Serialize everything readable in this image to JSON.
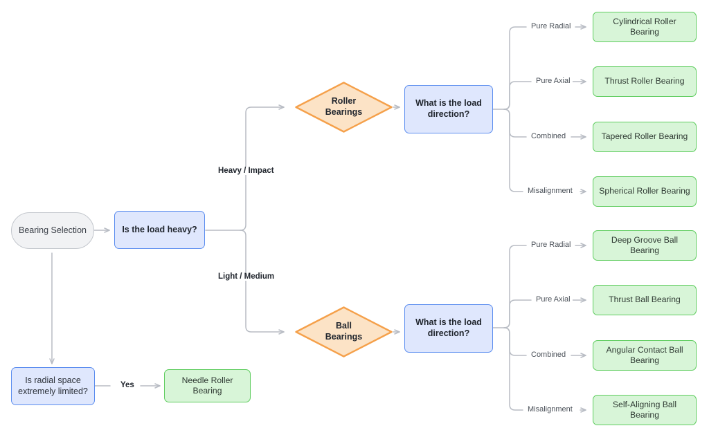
{
  "diagram": {
    "title": "Bearing Selection",
    "type": "flowchart",
    "background": "#ffffff",
    "colors": {
      "start_fill": "#f1f2f4",
      "start_stroke": "#c3c7cd",
      "question_fill": "#dfe7fd",
      "question_stroke": "#5b8def",
      "diamond_fill": "#fce3c6",
      "diamond_stroke": "#f5a04a",
      "result_fill": "#d8f5d8",
      "result_stroke": "#5ccc5c",
      "edge_stroke": "#b8bcc4",
      "text": "#2b3038"
    }
  },
  "nodes": {
    "start": {
      "label": "Bearing Selection"
    },
    "q_load_heavy": {
      "label": "Is the load heavy?"
    },
    "q_radial_space": {
      "label": "Is radial space extremely limited?",
      "line1": "Is radial space",
      "line2": "extremely limited?"
    },
    "needle": {
      "label": "Needle Roller Bearing"
    },
    "roller_bearings": {
      "line1": "Roller",
      "line2": "Bearings"
    },
    "ball_bearings": {
      "line1": "Ball",
      "line2": "Bearings"
    },
    "q_dir_roller": {
      "line1": "What is the load",
      "line2": "direction?"
    },
    "q_dir_ball": {
      "line1": "What is the load",
      "line2": "direction?"
    },
    "cylindrical": {
      "label": "Cylindrical Roller Bearing"
    },
    "thrust_roller": {
      "label": "Thrust Roller Bearing"
    },
    "tapered": {
      "label": "Tapered Roller Bearing"
    },
    "spherical": {
      "label": "Spherical Roller Bearing"
    },
    "deep_groove": {
      "label": "Deep Groove Ball Bearing"
    },
    "thrust_ball": {
      "label": "Thrust Ball Bearing"
    },
    "angular_contact": {
      "label": "Angular Contact Ball Bearing",
      "line1": "Angular Contact Ball",
      "line2": "Bearing"
    },
    "self_aligning": {
      "label": "Self-Aligning Ball Bearing"
    }
  },
  "edge_labels": {
    "heavy_impact": "Heavy / Impact",
    "light_medium": "Light / Medium",
    "yes": "Yes",
    "roller_pure_radial": "Pure Radial",
    "roller_pure_axial": "Pure Axial",
    "roller_combined": "Combined",
    "roller_misalignment": "Misalignment",
    "ball_pure_radial": "Pure Radial",
    "ball_pure_axial": "Pure Axial",
    "ball_combined": "Combined",
    "ball_misalignment": "Misalignment"
  }
}
